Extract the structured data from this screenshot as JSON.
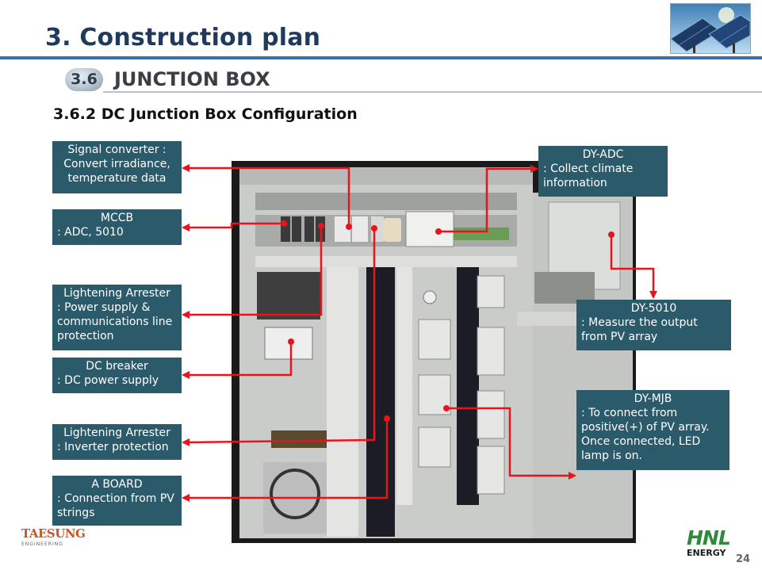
{
  "header": {
    "title": "3. Construction plan",
    "section_number": "3.6",
    "section_title": "JUNCTION BOX",
    "subheading": "3.6.2  DC Junction Box Configuration"
  },
  "callouts": {
    "signal_converter": {
      "title": "Signal converter :",
      "body": "Convert irradiance, temperature data"
    },
    "mccb": {
      "title": "MCCB",
      "body": ": ADC, 5010"
    },
    "lightening_arrester_power": {
      "title": "Lightening Arrester",
      "body": ": Power supply & communications line protection"
    },
    "dc_breaker": {
      "title": "DC breaker",
      "body": ": DC power supply"
    },
    "lightening_arrester_inverter": {
      "title": "Lightening Arrester",
      "body": ": Inverter protection"
    },
    "a_board": {
      "title": "A BOARD",
      "body": ": Connection from PV strings"
    },
    "dy_adc": {
      "title": "DY-ADC",
      "body": ": Collect climate information"
    },
    "dy_5010": {
      "title": "DY-5010",
      "body": ": Measure the output from PV array"
    },
    "dy_mjb": {
      "title": "DY-MJB",
      "body": ": To connect from positive(+) of PV array. Once connected, LED lamp is on."
    }
  },
  "footer": {
    "left_logo": "TAESUNG",
    "left_logo_sub": "ENGINEERING",
    "right_logo": "HNL",
    "right_logo_sub": "ENERGY",
    "page_number": "24"
  },
  "colors": {
    "title": "#1f3a5c",
    "rule": "#3a6fa8",
    "callout_bg": "#2b5a6a",
    "arrow": "#e8141b",
    "logo_green": "#2e8b3a",
    "logo_orange": "#c7582a"
  },
  "icons": [
    "solar-panel-image",
    "junction-box-photo"
  ]
}
